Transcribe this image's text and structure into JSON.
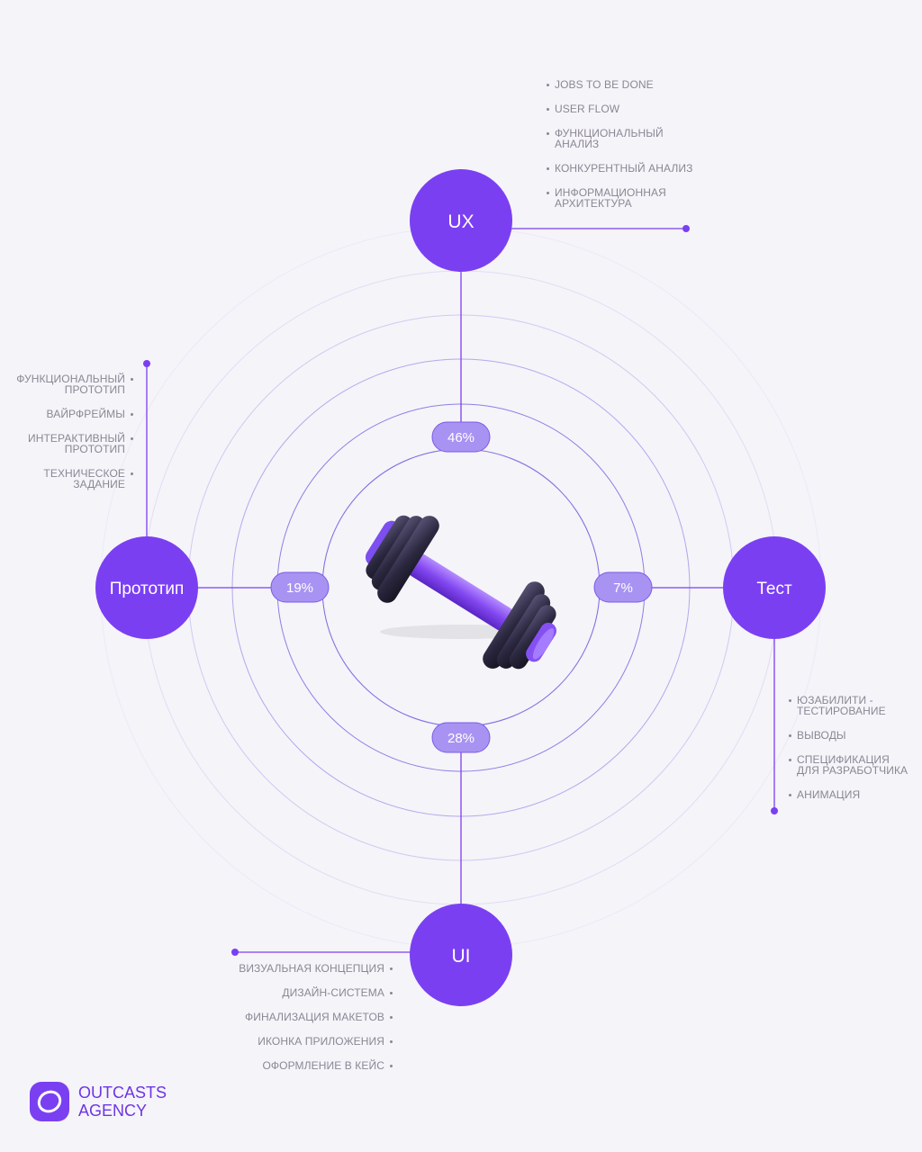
{
  "nodes": {
    "ux": "UX",
    "prototype": "Прототип",
    "test": "Тест",
    "ui": "UI"
  },
  "percents": {
    "ux": "46%",
    "prototype": "19%",
    "test": "7%",
    "ui": "28%"
  },
  "lists": {
    "ux": [
      "JOBS TO BE DONE",
      "USER FLOW",
      "ФУНКЦИОНАЛЬНЫЙ\nАНАЛИЗ",
      "КОНКУРЕНТНЫЙ АНАЛИЗ",
      "ИНФОРМАЦИОННАЯ\nАРХИТЕКТУРА"
    ],
    "prototype": [
      "ФУНКЦИОНАЛЬНЫЙ\nПРОТОТИП",
      "ВАЙРФРЕЙМЫ",
      "ИНТЕРАКТИВНЫЙ\nПРОТОТИП",
      "ТЕХНИЧЕСКОЕ\nЗАДАНИЕ"
    ],
    "test": [
      "ЮЗАБИЛИТИ -\nТЕСТИРОВАНИЕ",
      "ВЫВОДЫ",
      "СПЕЦИФИКАЦИЯ\nДЛЯ РАЗРАБОТЧИКА",
      "АНИМАЦИЯ"
    ],
    "ui": [
      "ВИЗУАЛЬНАЯ КОНЦЕПЦИЯ",
      "ДИЗАЙН-СИСТЕМА",
      "ФИНАЛИЗАЦИЯ МАКЕТОВ",
      "ИКОНКА ПРИЛОЖЕНИЯ",
      "ОФОРМЛЕНИЕ В КЕЙС"
    ]
  },
  "logo": {
    "line1": "OUTCASTS",
    "line2": "AGENCY"
  },
  "colors": {
    "accent": "#7b3ff2",
    "pill": "#a893f2",
    "ring": "#7d6ae0",
    "background": "#f5f4f9"
  },
  "center_icon": "dumbbell-icon",
  "logo_icon": "outcasts-logo-icon"
}
